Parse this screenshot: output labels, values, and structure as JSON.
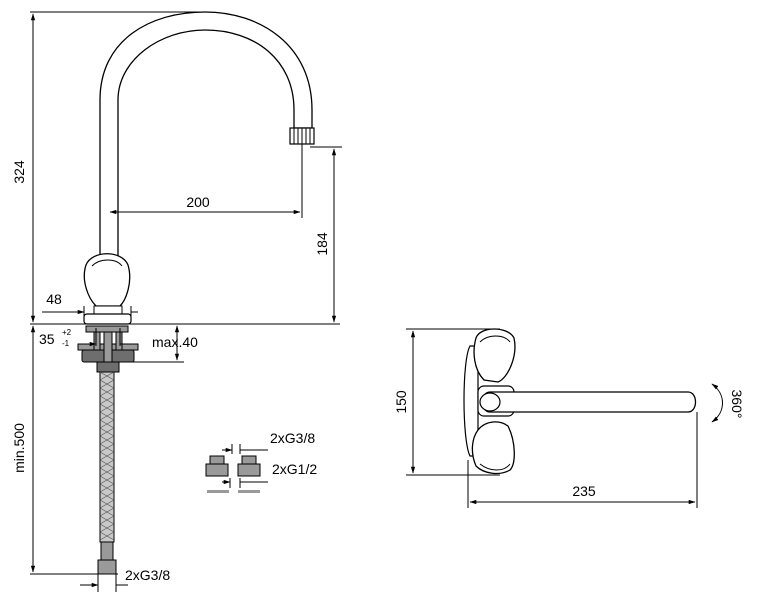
{
  "dimensions": {
    "height_total": "324",
    "spout_reach": "200",
    "spout_height": "184",
    "base_diameter": "48",
    "hole_diameter": "35",
    "hole_tol_plus": "+2",
    "hole_tol_minus": "-1",
    "max_thickness": "max.40",
    "hose_length": "min.500",
    "hose_connection": "2xG3/8",
    "adapter_top": "2xG3/8",
    "adapter_bottom": "2xG1/2",
    "top_view_height": "150",
    "top_view_reach": "235",
    "rotation": "360°"
  }
}
